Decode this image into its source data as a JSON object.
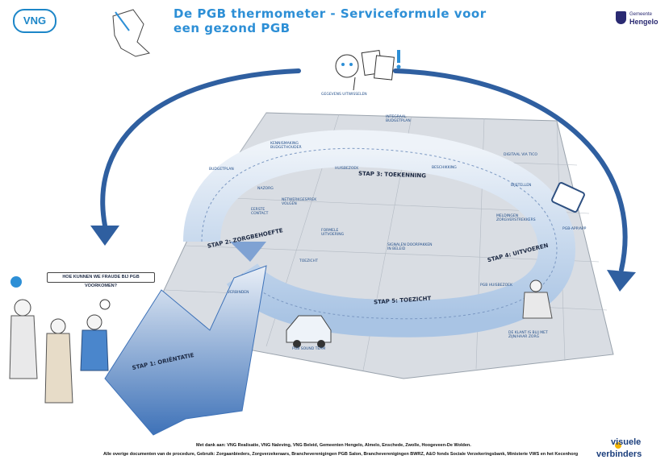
{
  "header": {
    "title": "De PGB thermometer - Serviceformule voor een gezond PGB",
    "vng_logo_text": "VNG",
    "hengelo_logo_small": "Gemeente",
    "hengelo_logo_big": "Hengelo"
  },
  "steps": {
    "step1": "Stap 1: Oriëntatie",
    "step2": "Stap 2: Zorgbehoefte",
    "step3": "Stap 3: Toekenning",
    "step4": "Stap 4: Uitvoeren",
    "step5": "Stap 5: Toezicht"
  },
  "labels": {
    "gegevens": "Gegevens uitwisselen",
    "integraal": "Integraal\nbudgetplan",
    "kennismaking": "Kennismaking\nbudgethouder",
    "eerste_contact": "Eerste\ncontact",
    "huisbezoek": "Huisbezoek",
    "beschikking": "Beschikking",
    "budgetplan": "Budgetplan",
    "netwerkgesprek": "Netwerkgesprek\nvolgen",
    "nazorg": "Nazorg",
    "digitaal": "Digitaal via tico",
    "bijstellen": "Bijstellen",
    "monitoring": "Meldingen\nzorgverstrekkers",
    "app": "PGB-app/app",
    "toezicht": "Toezicht",
    "formele": "Formele\nuitvoering",
    "signalen": "Signalen doorpakken\nin beleid",
    "pgb_team": "PGB Sound team",
    "huisbezoek2": "PGB huisbezoek",
    "klant": "De klant is blij met\nzijn/haar zorg",
    "verbinden": "Verbinden",
    "vraag": "Hoe kunnen we fraude bij PGB voorkomen?"
  },
  "footer": {
    "line1": "Met dank aan: VNG Realisatie, VNG Naleving, VNG Beleid, Gemeenten Hengelo, Almelo, Enschede, Zwolle, Hoogeveen-De Wolden.",
    "line2": "Alle overige documenten van de procedure, Gebruik: Zorgaanbieders, Zorgverzekeraars, Brancheverenigingen PGB Salon, Brancheverenigingen BWRZ, A&O fonds Sociale Verzekeringsbank, Ministerie VWS en het Kecenhorg",
    "brand_top": "visuele",
    "brand_bottom": "verbinders"
  },
  "colors": {
    "accent": "#2d8fd6",
    "dark_blue": "#1c3f7d",
    "platform": "#d9dde3",
    "road": "#c8d9ee"
  }
}
